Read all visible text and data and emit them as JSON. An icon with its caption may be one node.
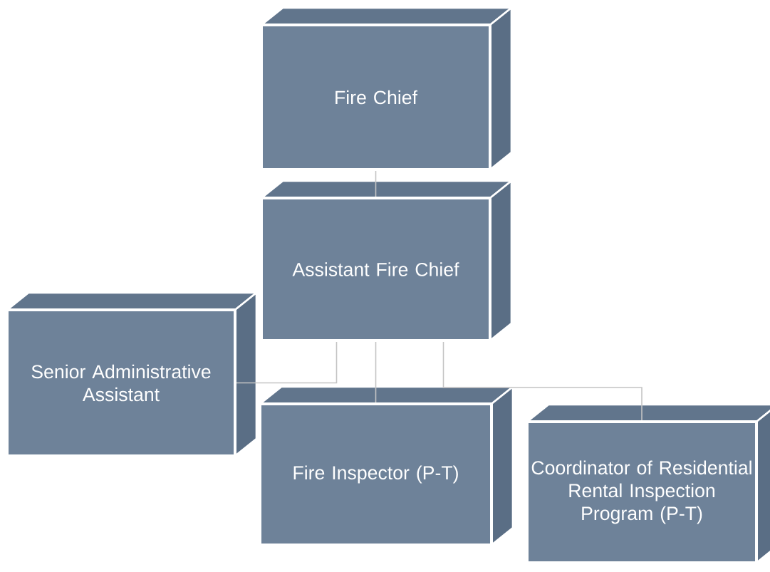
{
  "diagram": {
    "nodes": [
      {
        "text": [
          "Fire Chief"
        ]
      },
      {
        "text": [
          "Assistant Fire Chief"
        ]
      },
      {
        "text": [
          "Senior Administrative Assistant"
        ]
      },
      {
        "text": [
          "Fire Inspector (P-T)"
        ]
      },
      {
        "text": [
          "Coordinator of Residential Rental Inspection Program (P-T)"
        ]
      }
    ],
    "edges": [
      {
        "from": 0,
        "to": 1,
        "arrow": "none"
      },
      {
        "from": 1,
        "to": 2,
        "arrow": "none"
      },
      {
        "from": 1,
        "to": 3,
        "arrow": "none"
      },
      {
        "from": 1,
        "to": 4,
        "arrow": "none"
      }
    ]
  }
}
